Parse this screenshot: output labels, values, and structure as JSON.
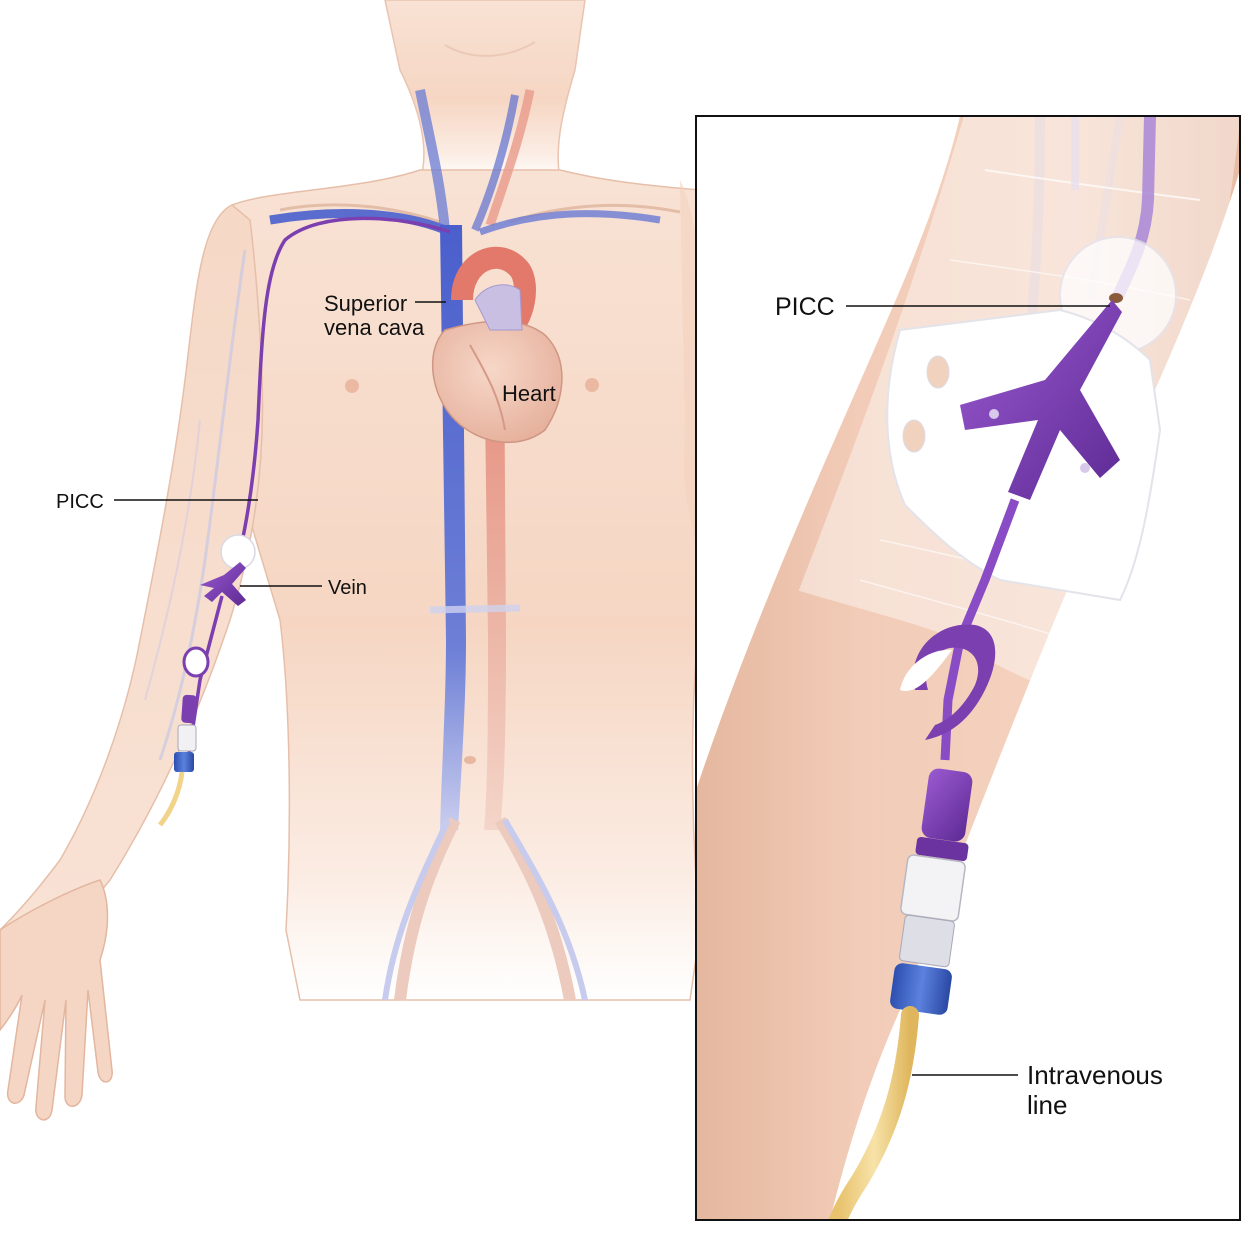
{
  "labels": {
    "superior_vena_cava_line1": "Superior",
    "superior_vena_cava_line2": "vena cava",
    "heart": "Heart",
    "picc_body": "PICC",
    "vein": "Vein",
    "picc_inset": "PICC",
    "iv_line1": "Intravenous",
    "iv_line2": "line"
  },
  "colors": {
    "skin": "#f6d8c6",
    "skin_shadow": "#e9bfa8",
    "vein_blue": "#4e63c9",
    "artery_red": "#e88a7a",
    "picc_purple": "#7b3fb0",
    "iv_tube": "#f1d38a",
    "connector_blue": "#3d62c4",
    "dressing": "#ffffff"
  }
}
